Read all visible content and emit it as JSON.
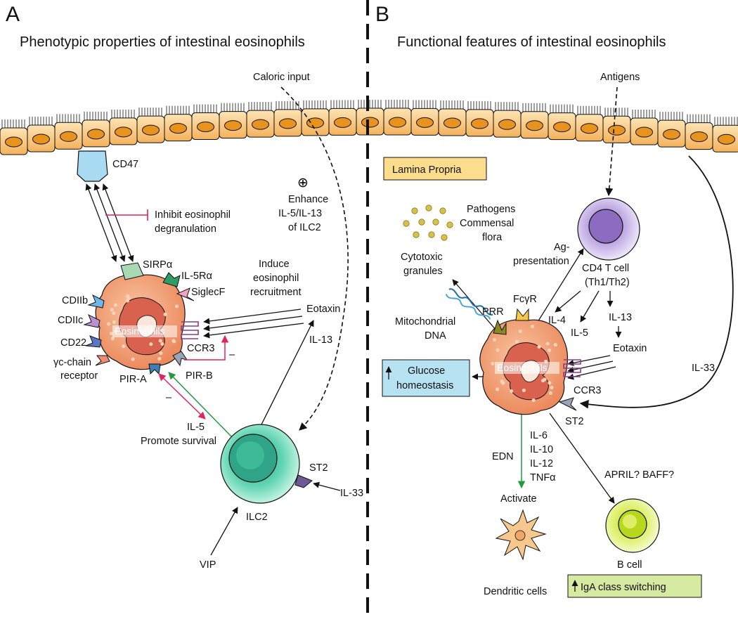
{
  "panel_a": {
    "letter": "A",
    "title": "Phenotypic properties of intestinal eosinophils",
    "labels": {
      "cd47": "CD47",
      "sirpa": "SIRPα",
      "il5ra": "IL-5Rα",
      "siglecf": "SiglecF",
      "cdiib": "CDIIb",
      "cdiic": "CDIIc",
      "cd22": "CD22",
      "gamma_c_1": "γc-chain",
      "gamma_c_2": "receptor",
      "pira": "PIR-A",
      "pirb": "PIR-B",
      "ccr3": "CCR3",
      "eosinophils": "Eosinophils",
      "inhibit_1": "Inhibit eosinophil",
      "inhibit_2": "degranulation",
      "caloric": "Caloric input",
      "plus": "⊕",
      "enhance_1": "Enhance",
      "enhance_2": "IL-5/IL-13",
      "enhance_3": "of ILC2",
      "induce_1": "Induce",
      "induce_2": "eosinophil",
      "induce_3": "recruitment",
      "eotaxin": "Eotaxin",
      "il13": "IL-13",
      "minus_1": "–",
      "minus_2": "–",
      "il5": "IL-5",
      "promote": "Promote survival",
      "st2": "ST2",
      "il33": "IL-33",
      "ilc2": "ILC2",
      "vip": "VIP"
    }
  },
  "panel_b": {
    "letter": "B",
    "title": "Functional features of intestinal eosinophils",
    "labels": {
      "antigens": "Antigens",
      "lamina_propria": "Lamina Propria",
      "pathogens": "Pathogens",
      "commensal": "Commensal",
      "flora": "flora",
      "cytotoxic_1": "Cytotoxic",
      "cytotoxic_2": "granules",
      "ag_1": "Ag-",
      "ag_2": "presentation",
      "cd4_1": "CD4 T cell",
      "cd4_2": "(Th1/Th2)",
      "prr": "PRR",
      "fcgr": "FcγR",
      "mito_1": "Mitochondrial",
      "mito_2": "DNA",
      "il4": "IL-4",
      "il5": "IL-5",
      "il13": "IL-13",
      "eotaxin": "Eotaxin",
      "il33": "IL-33",
      "glucose_1": "Glucose",
      "glucose_2": "homeostasis",
      "eosinophils": "Eosinophils",
      "ccr3": "CCR3",
      "st2": "ST2",
      "il6": "IL-6",
      "il10": "IL-10",
      "il12": "IL-12",
      "tnfa": "TNFα",
      "edn": "EDN",
      "activate": "Activate",
      "april": "APRIL? BAFF?",
      "bcell": "B cell",
      "dendritic": "Dendritic cells",
      "iga": "IgA class switching"
    }
  },
  "colors": {
    "epithelium": "#f7c77e",
    "nucleus": "#e9931f",
    "eosinophil": "#f4a27c",
    "eos_nucleus": "#d9624e",
    "ilc2": "#44c9a4",
    "cd4": "#a98fd0",
    "bcell": "#c6e43a",
    "dendritic": "#f6c88e",
    "inhibit": "#e0245e",
    "green_arrow": "#1f9a3f",
    "lamina_box": "#fbdd8c",
    "glucose_box": "#b7e2f2",
    "iga_box": "#d6eaa2"
  }
}
